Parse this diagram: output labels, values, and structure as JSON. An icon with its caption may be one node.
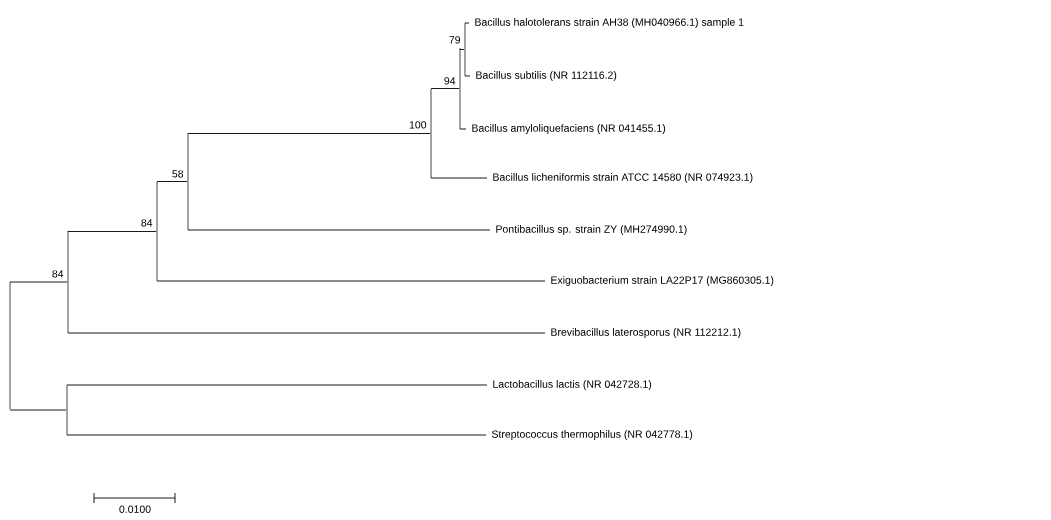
{
  "diagram": {
    "nodes": [
      {
        "text": [
          "Bacillus halotolerans strain AH38 (MH040966.1) sample 1"
        ]
      },
      {
        "text": [
          "Bacillus subtilis (NR 112116.2)"
        ]
      },
      {
        "text": [
          "Bacillus amyloliquefaciens (NR 041455.1)"
        ]
      },
      {
        "text": [
          "Bacillus licheniformis strain ATCC 14580 (NR 074923.1)"
        ]
      },
      {
        "text": [
          "Pontibacillus sp. strain ZY (MH274990.1)"
        ]
      },
      {
        "text": [
          "Exiguobacterium strain LA22P17 (MG860305.1)"
        ]
      },
      {
        "text": [
          "Brevibacillus laterosporus (NR 112212.1)"
        ]
      },
      {
        "text": [
          "Lactobacillus lactis (NR 042728.1)"
        ]
      },
      {
        "text": [
          "Streptococcus thermophilus (NR 042778.1)"
        ]
      },
      {
        "text": [],
        "shape": "bar"
      },
      {
        "text": [],
        "shape": "bar",
        "beside": [
          "84"
        ]
      },
      {
        "text": [],
        "shape": "bar",
        "beside": [
          "84"
        ]
      },
      {
        "text": [],
        "shape": "bar",
        "beside": [
          "58"
        ]
      },
      {
        "text": [],
        "shape": "bar",
        "beside": [
          "100"
        ]
      },
      {
        "text": [],
        "shape": "bar",
        "beside": [
          "94"
        ]
      },
      {
        "text": [],
        "shape": "bar",
        "beside": [
          "79"
        ]
      },
      {
        "text": [],
        "shape": "bar"
      }
    ],
    "edges": [
      {
        "from": 9,
        "to": 10,
        "arrow": "none"
      },
      {
        "from": 9,
        "to": 16,
        "arrow": "none"
      },
      {
        "from": 10,
        "to": 11,
        "arrow": "none"
      },
      {
        "from": 10,
        "to": 6,
        "arrow": "none"
      },
      {
        "from": 11,
        "to": 12,
        "arrow": "none"
      },
      {
        "from": 11,
        "to": 5,
        "arrow": "none"
      },
      {
        "from": 12,
        "to": 13,
        "arrow": "none"
      },
      {
        "from": 12,
        "to": 4,
        "arrow": "none"
      },
      {
        "from": 13,
        "to": 14,
        "arrow": "none"
      },
      {
        "from": 13,
        "to": 3,
        "arrow": "none"
      },
      {
        "from": 14,
        "to": 15,
        "arrow": "none"
      },
      {
        "from": 14,
        "to": 2,
        "arrow": "none"
      },
      {
        "from": 15,
        "to": 0,
        "arrow": "none"
      },
      {
        "from": 15,
        "to": 1,
        "arrow": "none"
      },
      {
        "from": 16,
        "to": 7,
        "arrow": "none"
      },
      {
        "from": 16,
        "to": 8,
        "arrow": "none"
      }
    ],
    "labels": [
      "0.0100"
    ]
  }
}
